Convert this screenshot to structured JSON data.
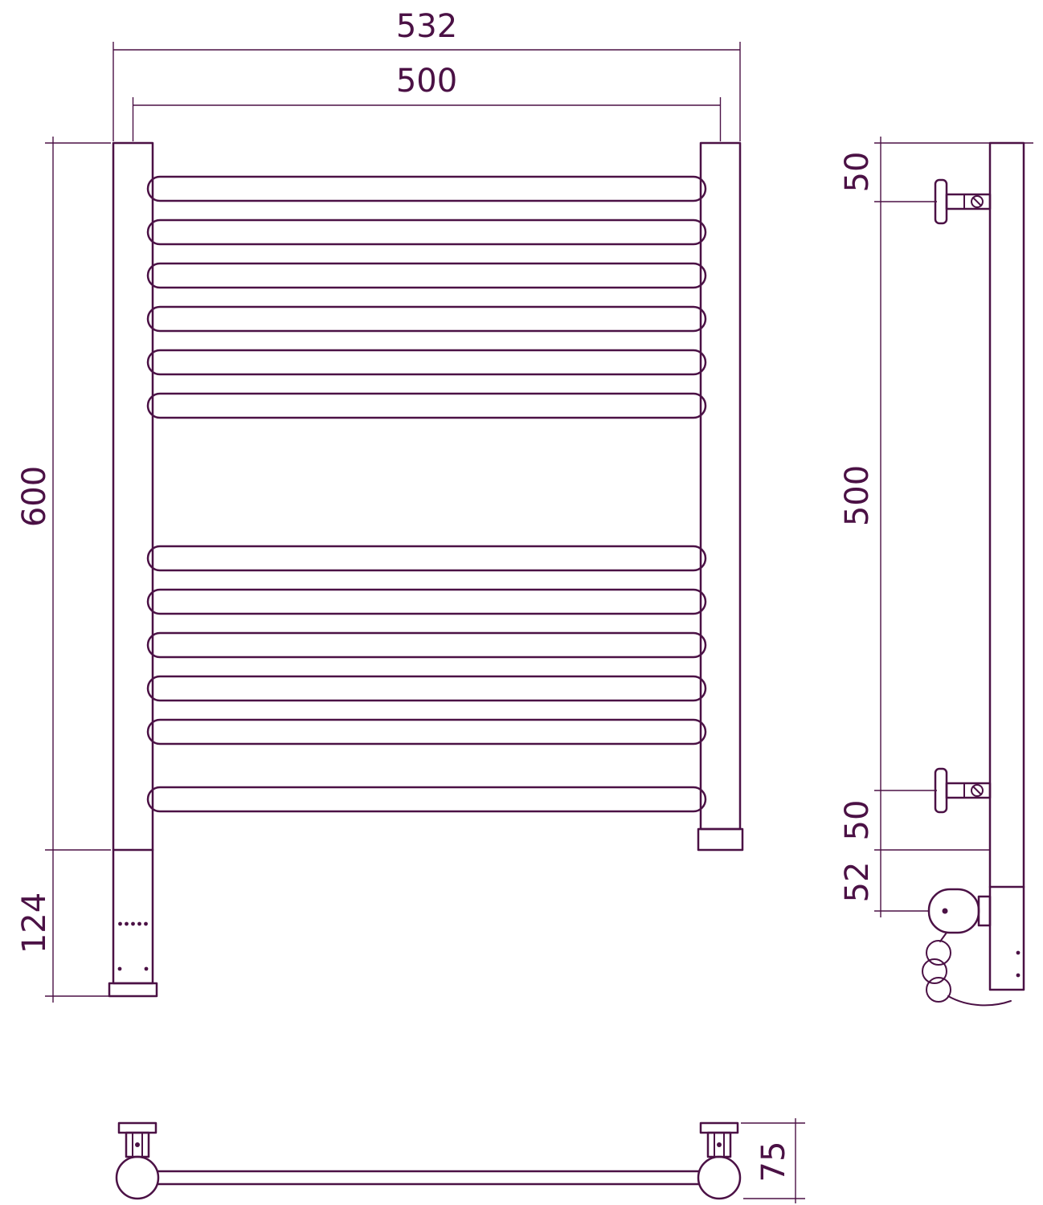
{
  "drawing": {
    "name": "heated-towel-rail-technical-drawing",
    "line_color": "#4b1145",
    "views": {
      "front": {
        "dim_overall_width": "532",
        "dim_axis_width": "500",
        "dim_height": "600",
        "dim_base_height": "124"
      },
      "side": {
        "dim_top_offset": "50",
        "dim_bracket_span": "500",
        "dim_bottom_offset": "50",
        "dim_heater_offset": "52"
      },
      "top": {
        "dim_depth": "75"
      }
    }
  }
}
